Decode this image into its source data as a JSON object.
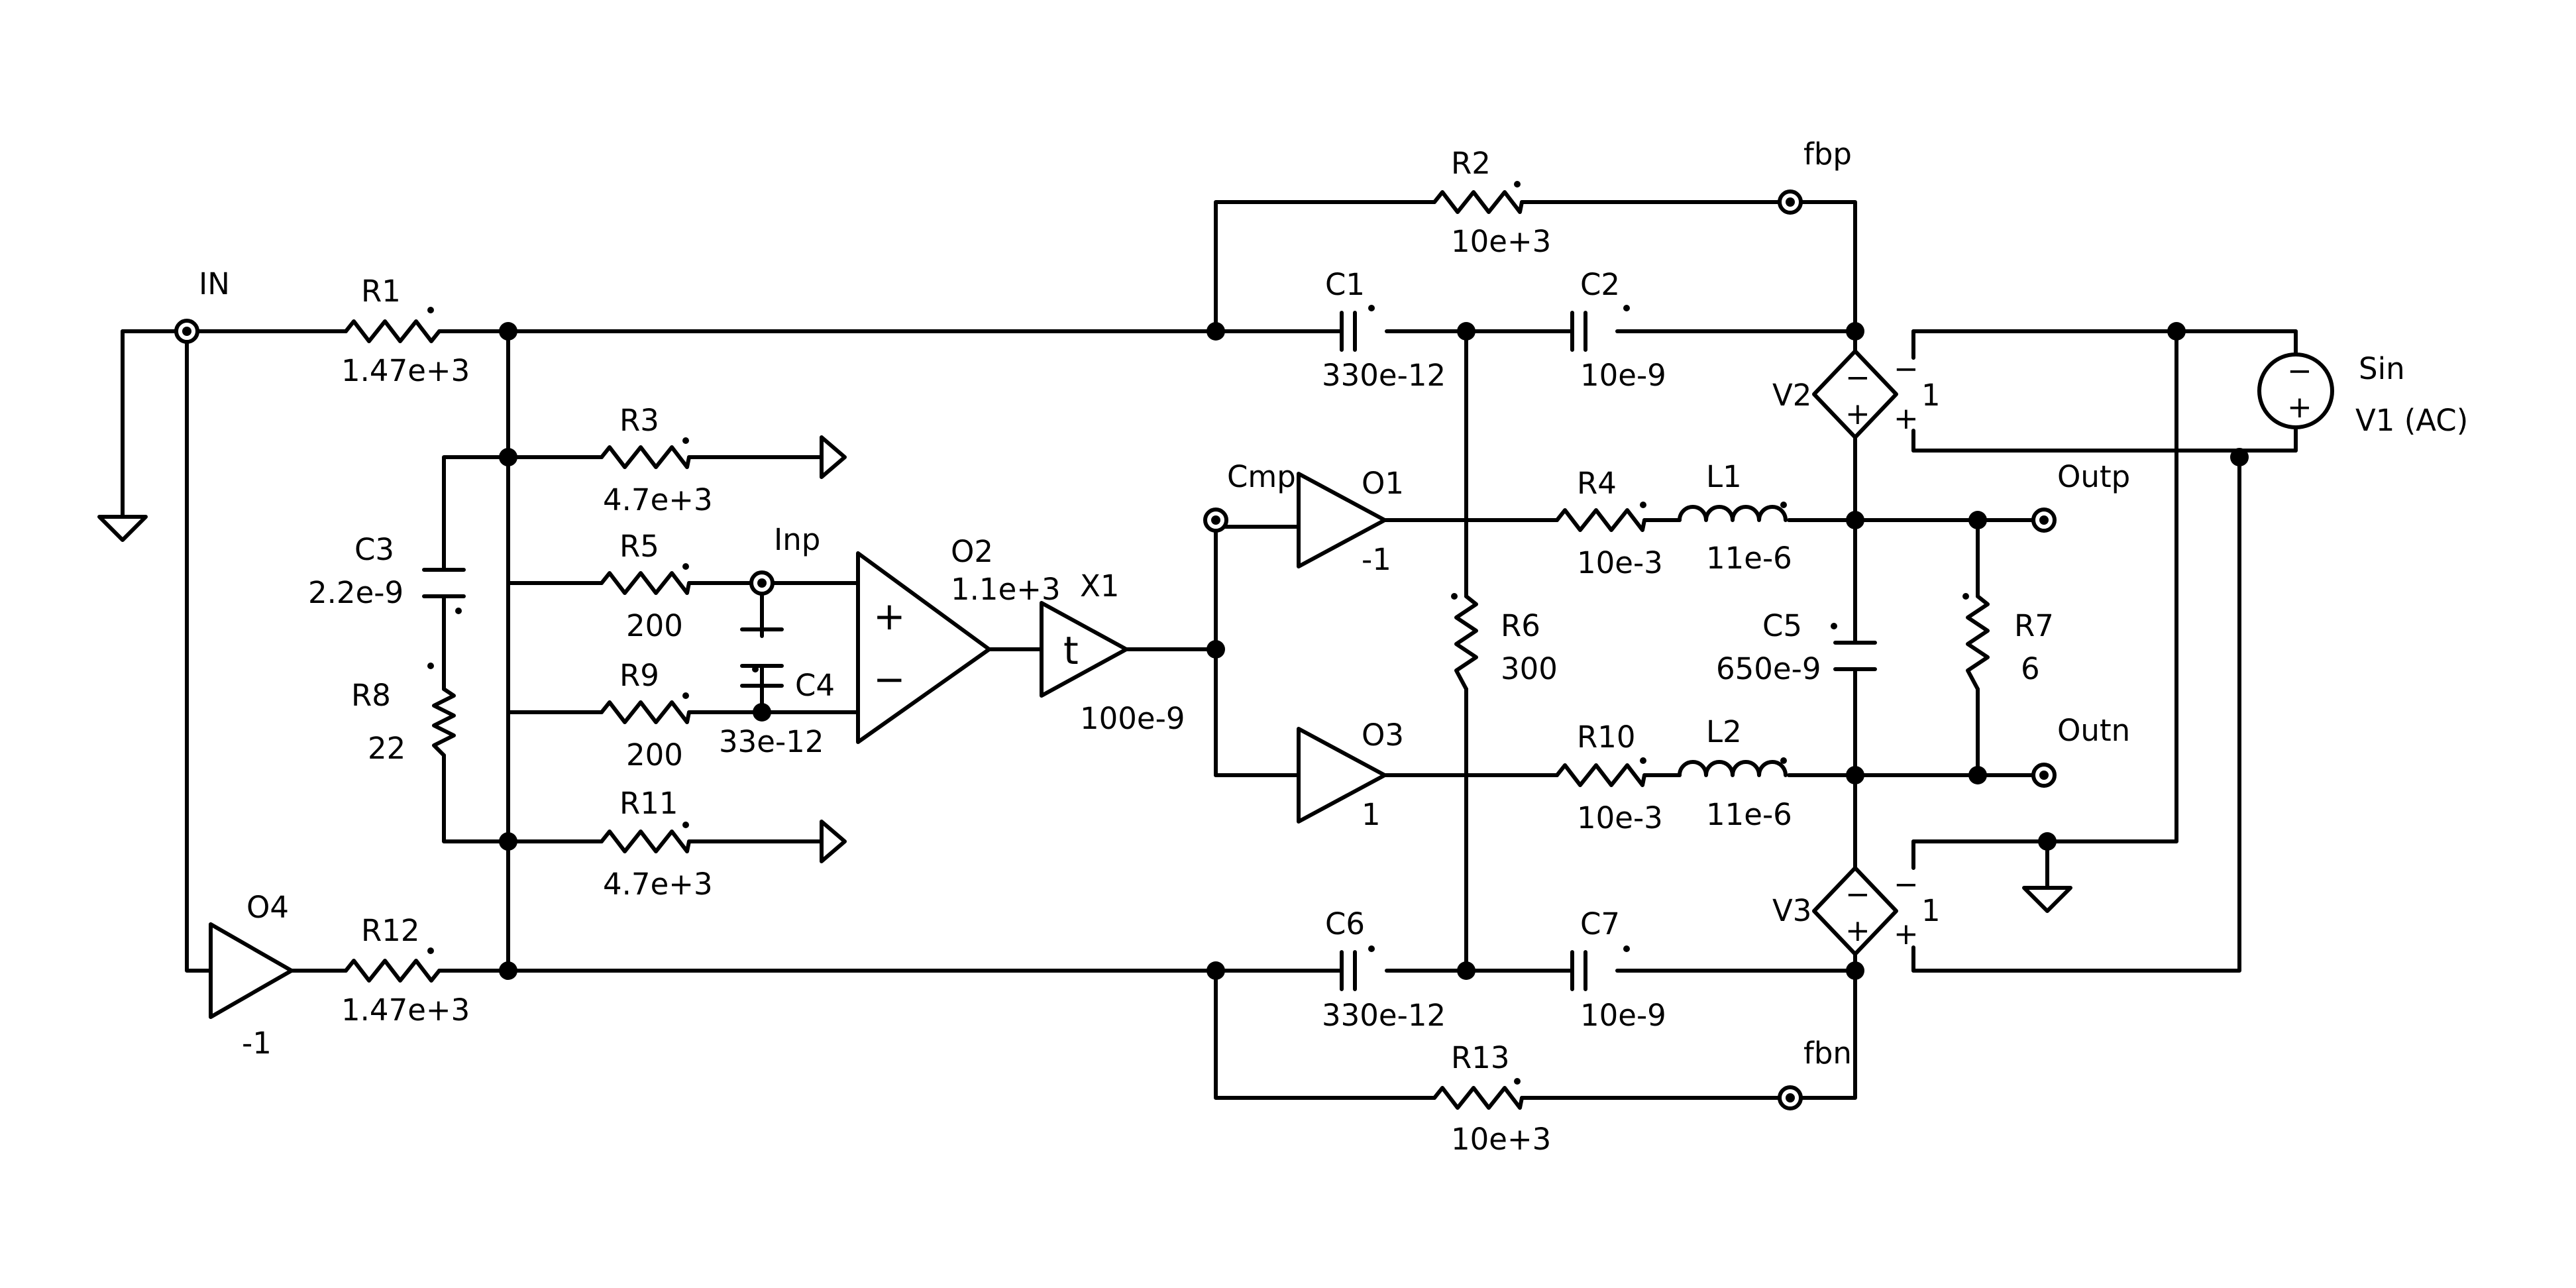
{
  "ports": {
    "in": "IN",
    "inp": "Inp",
    "cmp": "Cmp",
    "fbp": "fbp",
    "fbn": "fbn",
    "outp": "Outp",
    "outn": "Outn"
  },
  "components": {
    "r1": {
      "name": "R1",
      "value": "1.47e+3"
    },
    "r2": {
      "name": "R2",
      "value": "10e+3"
    },
    "r3": {
      "name": "R3",
      "value": "4.7e+3"
    },
    "r4": {
      "name": "R4",
      "value": "10e-3"
    },
    "r5": {
      "name": "R5",
      "value": "200"
    },
    "r6": {
      "name": "R6",
      "value": "300"
    },
    "r7": {
      "name": "R7",
      "value": "6"
    },
    "r8": {
      "name": "R8",
      "value": "22"
    },
    "r9": {
      "name": "R9",
      "value": "200"
    },
    "r10": {
      "name": "R10",
      "value": "10e-3"
    },
    "r11": {
      "name": "R11",
      "value": "4.7e+3"
    },
    "r12": {
      "name": "R12",
      "value": "1.47e+3"
    },
    "r13": {
      "name": "R13",
      "value": "10e+3"
    },
    "c1": {
      "name": "C1",
      "value": "330e-12"
    },
    "c2": {
      "name": "C2",
      "value": "10e-9"
    },
    "c3": {
      "name": "C3",
      "value": "2.2e-9"
    },
    "c4": {
      "name": "C4",
      "value": "33e-12"
    },
    "c5": {
      "name": "C5",
      "value": "650e-9"
    },
    "c6": {
      "name": "C6",
      "value": "330e-12"
    },
    "c7": {
      "name": "C7",
      "value": "10e-9"
    },
    "l1": {
      "name": "L1",
      "value": "11e-6"
    },
    "l2": {
      "name": "L2",
      "value": "11e-6"
    },
    "o1": {
      "name": "O1",
      "gain": "-1"
    },
    "o2": {
      "name": "O2",
      "value": "1.1e+3",
      "plus": "+",
      "minus": "−"
    },
    "o3": {
      "name": "O3",
      "gain": "1"
    },
    "o4": {
      "name": "O4",
      "gain": "-1"
    },
    "x1": {
      "name": "X1",
      "value": "100e-9",
      "symbol": "t"
    },
    "v2": {
      "name": "V2",
      "gain": "1",
      "minus": "−",
      "plus": "+"
    },
    "v3": {
      "name": "V3",
      "gain": "1",
      "minus": "−",
      "plus": "+"
    },
    "v1": {
      "type": "Sin",
      "name": "V1 (AC)",
      "minus": "−",
      "plus": "+"
    }
  }
}
